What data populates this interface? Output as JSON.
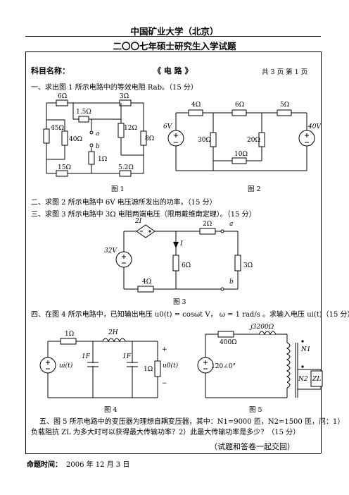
{
  "header": {
    "university": "中国矿业大学（北京）",
    "exam_title": "二〇〇七年硕士研究生入学试题"
  },
  "subject": {
    "label": "科目名称：",
    "name": "《  电    路  》",
    "pages": "共 3 页   第 1 页"
  },
  "q1": "一、求出图 1 所示电路中的等效电阻 Rab。（15 分）",
  "fig1": {
    "caption": "图 1",
    "r6": "6Ω",
    "r3": "3Ω",
    "r1_5": "1.5Ω",
    "r45": "45Ω",
    "r40": "40Ω",
    "r12": "12Ω",
    "r8": "8Ω",
    "r1": "1Ω",
    "r15": "15Ω",
    "r5_2": "5.2Ω",
    "a": "a",
    "b": "b"
  },
  "fig2": {
    "caption": "图 2",
    "r4": "4Ω",
    "r6": "6Ω",
    "r5": "5Ω",
    "v6": "6V",
    "r30": "30Ω",
    "r20": "20Ω",
    "v40": "40V",
    "r10": "10Ω"
  },
  "q2": "二、求图 2 所示电路中 6V 电压源所发出的功率。（15 分）",
  "q3": "三、求图 3 所示电路中 3Ω 电阻两端电压（限用戴维南定理）。（15 分）",
  "fig3": {
    "caption": "图 3",
    "dep": "2I",
    "r2": "2Ω",
    "a": "a",
    "v32": "32V",
    "i": "I",
    "r6": "6Ω",
    "r3": "3Ω",
    "r4": "4Ω",
    "b": "b"
  },
  "q4": "四、在图 4 所示电路中，已知输出电压 u0(t) = cosωt V， ω = 1 rad/s 。求输入电压 ui(t)（15 分）",
  "fig4": {
    "caption": "图 4",
    "r1": "1Ω",
    "l2": "2H",
    "c1a": "1F",
    "c1b": "1F",
    "r1b": "1Ω",
    "ui": "ui(t)",
    "uo": "u0(t)",
    "plus": "+",
    "minus": "−"
  },
  "fig5": {
    "caption": "图 5",
    "r400": "400Ω",
    "xl": "j3200Ω",
    "src": "120∠0°",
    "n1": "N1",
    "n2": "N2",
    "zl": "ZL"
  },
  "q5_line1": "五、图 5 所示电路中的变压器为理想自耦变压器，其中：N1=9000 匝，N2=1500 匝，问：1）",
  "q5_line2": "负载阻抗 ZL 为多大时可以获得最大传输功率？2）此最大传输功率是多少？（15 分）",
  "note": "（试题和答卷一起交回）",
  "footer": {
    "label": "命题时间：",
    "date": "2006 年 12 月 3 日"
  }
}
